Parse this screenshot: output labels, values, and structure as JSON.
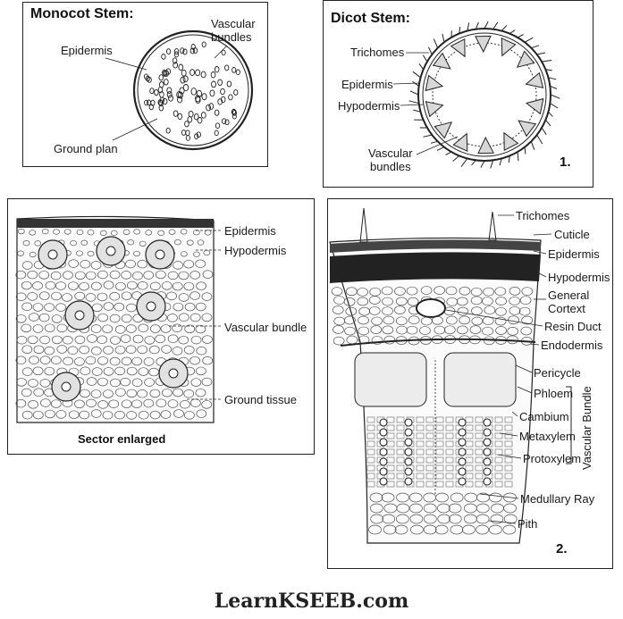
{
  "panels": {
    "monocot": {
      "title": "Monocot Stem:",
      "labels": {
        "epidermis": "Epidermis",
        "vascular_bundles": "Vascular\nbundles",
        "ground_plan": "Ground plan"
      }
    },
    "dicot": {
      "title": "Dicot Stem:",
      "number": "1.",
      "labels": {
        "trichomes": "Trichomes",
        "epidermis": "Epidermis",
        "hypodermis": "Hypodermis",
        "vascular_bundles": "Vascular\nbundles"
      }
    },
    "sector": {
      "caption": "Sector enlarged",
      "labels": {
        "epidermis": "Epidermis",
        "hypodermis": "Hypodermis",
        "vascular_bundle": "Vascular bundle",
        "ground_tissue": "Ground tissue"
      }
    },
    "dicot_detail": {
      "number": "2.",
      "labels": {
        "trichomes": "Trichomes",
        "cuticle": "Cuticle",
        "epidermis": "Epidermis",
        "hypodermis": "Hypodermis",
        "general_cortex": "General\nCortext",
        "resin_duct": "Resin Duct",
        "endodermis": "Endodermis",
        "pericycle": "Pericycle",
        "phloem": "Phloem",
        "cambium": "Cambium",
        "metaxylem": "Metaxylem",
        "protoxylem": "Protoxylem",
        "vascular_bundle": "Vascular Bundle",
        "medullary_ray": "Medullary Ray",
        "pith": "Pith"
      }
    }
  },
  "footer": "LearnKSEEB.com"
}
